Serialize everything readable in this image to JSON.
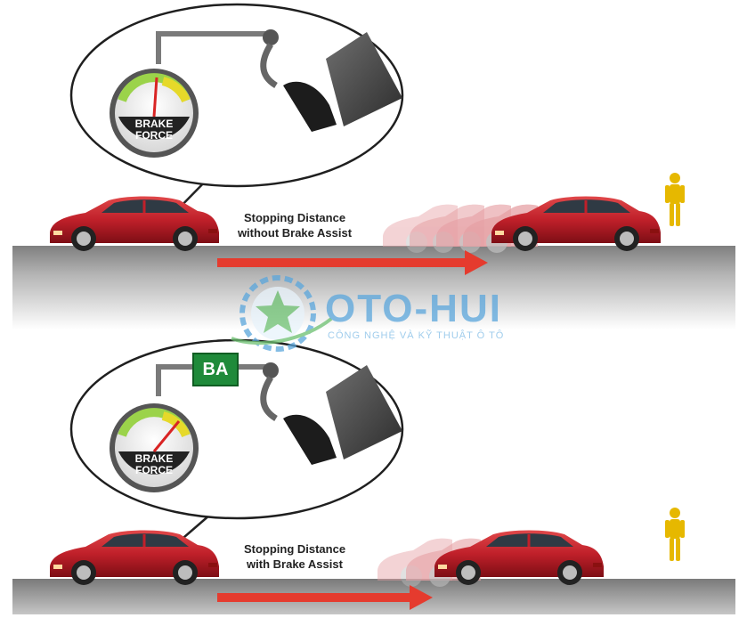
{
  "panel_top": {
    "gauge_text_line1": "BRAKE",
    "gauge_text_line2": "FORCE",
    "label_line1": "Stopping Distance",
    "label_line2": "without Brake Assist"
  },
  "panel_bottom": {
    "badge": "BA",
    "gauge_text_line1": "BRAKE",
    "gauge_text_line2": "FORCE",
    "label_line1": "Stopping Distance",
    "label_line2": "with Brake Assist"
  },
  "watermark": {
    "name": "OTO-HUI",
    "subtitle": "CÔNG NGHỆ VÀ KỸ THUẬT Ô TÔ"
  },
  "colors": {
    "car_red": "#c8232a",
    "arrow_red": "#e53b2e",
    "road_gray": "#8e8e8e",
    "badge_green": "#1f8a3a",
    "dummy_yellow": "#e6b800"
  }
}
